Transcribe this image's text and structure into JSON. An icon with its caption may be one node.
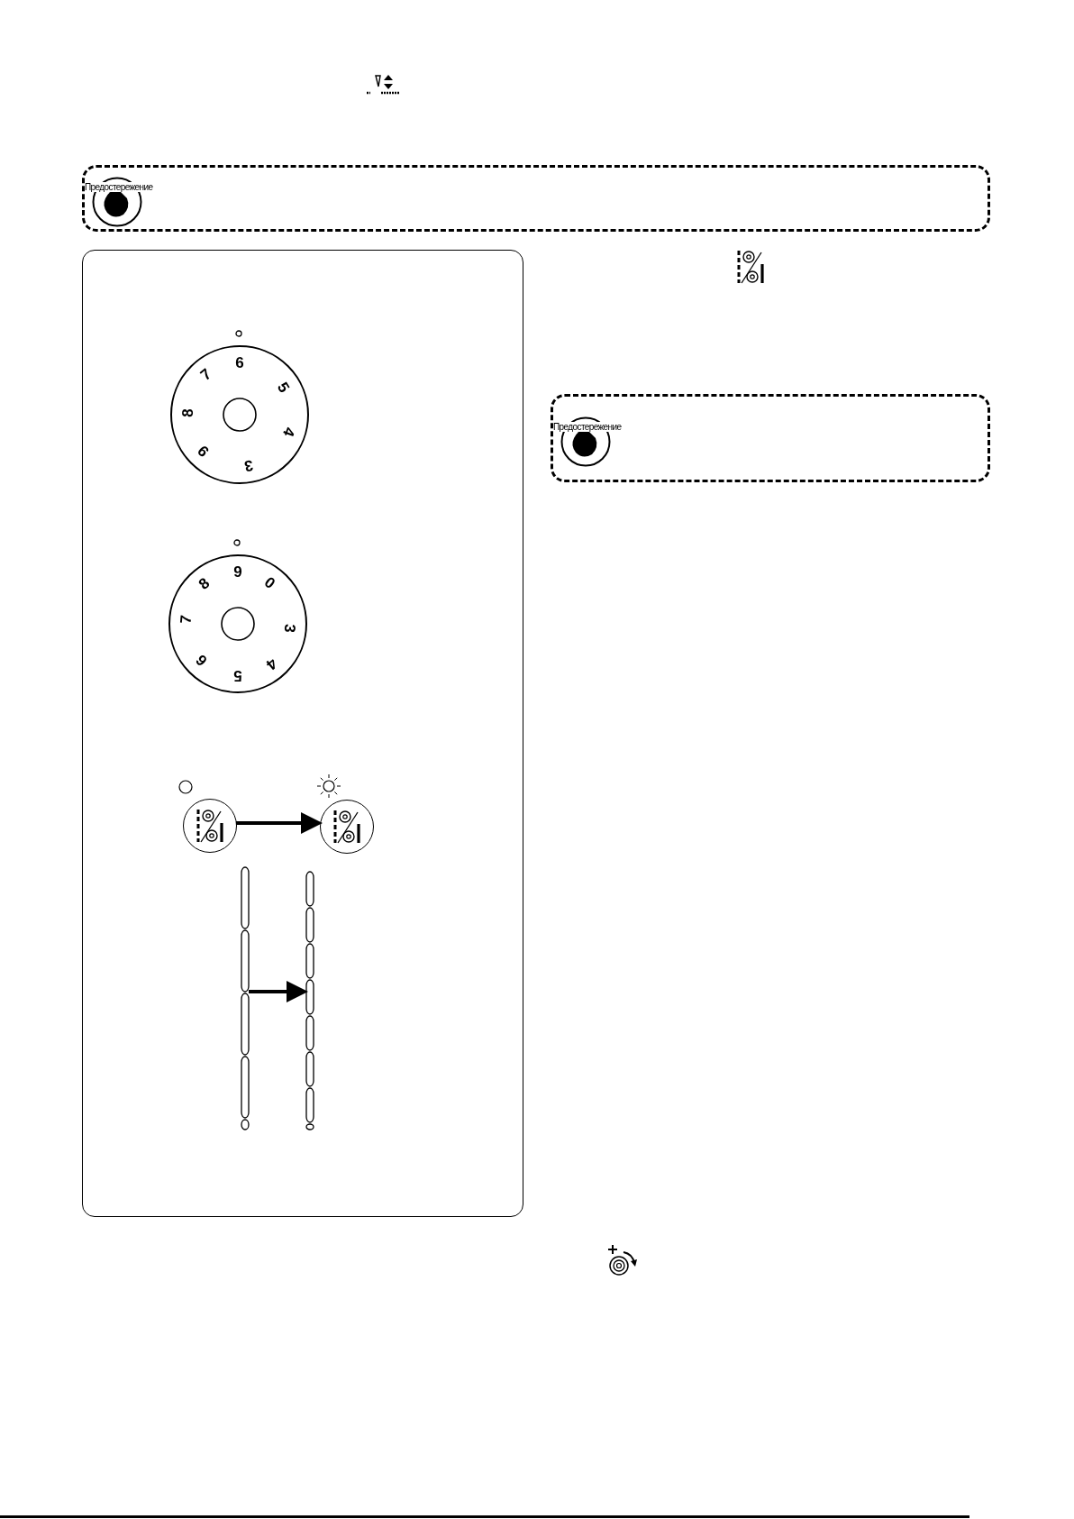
{
  "diagram": {
    "nodes": [
      {
        "text": [
          "Предостережение"
        ]
      },
      {
        "text": [],
        "shape": "box"
      },
      {
        "text": [
          "6",
          "5",
          "4",
          "3",
          "9",
          "8",
          "7"
        ],
        "in": 1
      },
      {
        "text": [
          "9",
          "0",
          "3",
          "4",
          "5",
          "6",
          "7",
          "8"
        ],
        "in": 1
      },
      {
        "text": [],
        "shape": "circle",
        "in": 1
      },
      {
        "text": [],
        "shape": "circle",
        "in": 1
      },
      {
        "text": [],
        "shape": "picture",
        "in": 1
      },
      {
        "text": [],
        "shape": "picture",
        "in": 1
      },
      {
        "text": [
          "Предостережение"
        ]
      }
    ],
    "edges": [
      {
        "from": 4,
        "to": 5,
        "arrow": "to"
      },
      {
        "from": 6,
        "to": 7,
        "arrow": "to"
      }
    ]
  }
}
